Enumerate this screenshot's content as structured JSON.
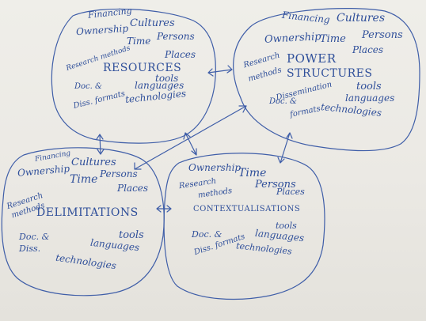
{
  "colors": {
    "paper": "#ebe9e4",
    "ink": "#2f4f9a"
  },
  "clusters": {
    "resources": {
      "title": "RESOURCES",
      "items": {
        "financing": "Financing",
        "ownership": "Ownership",
        "cultures": "Cultures",
        "time": "Time",
        "persons": "Persons",
        "places": "Places",
        "research_methods": "Research methods",
        "doc_diss": "Doc. &",
        "diss_formats": "Diss. formats",
        "tools": "tools",
        "languages": "languages",
        "technologies": "technologies"
      }
    },
    "power_structures": {
      "title_line1": "POWER",
      "title_line2": "STRUCTURES",
      "items": {
        "financing": "Financing",
        "cultures": "Cultures",
        "ownership": "Ownership",
        "time": "Time",
        "persons": "Persons",
        "places": "Places",
        "research": "Research",
        "methods": "methods",
        "doc": "Doc. &",
        "dissemination": "Dissemination",
        "formats": "formats",
        "tools": "tools",
        "languages": "languages",
        "technologies": "technologies"
      }
    },
    "delimitations": {
      "title": "DELIMITATIONS",
      "items": {
        "financing": "Financing",
        "ownership": "Ownership",
        "cultures": "Cultures",
        "time": "Time",
        "persons": "Persons",
        "places": "Places",
        "research": "Research",
        "methods": "methods",
        "doc": "Doc. &",
        "diss": "Diss.",
        "tools": "tools",
        "languages": "languages",
        "technologies": "technologies"
      }
    },
    "contextualisations": {
      "title": "CONTEXTUALISATIONS",
      "items": {
        "ownership": "Ownership",
        "time": "Time",
        "persons": "Persons",
        "research": "Research",
        "methods": "methods",
        "places": "Places",
        "doc": "Doc. &",
        "diss_formats": "Diss. formats",
        "tools": "tools",
        "languages": "languages",
        "technologies": "technologies"
      }
    }
  }
}
